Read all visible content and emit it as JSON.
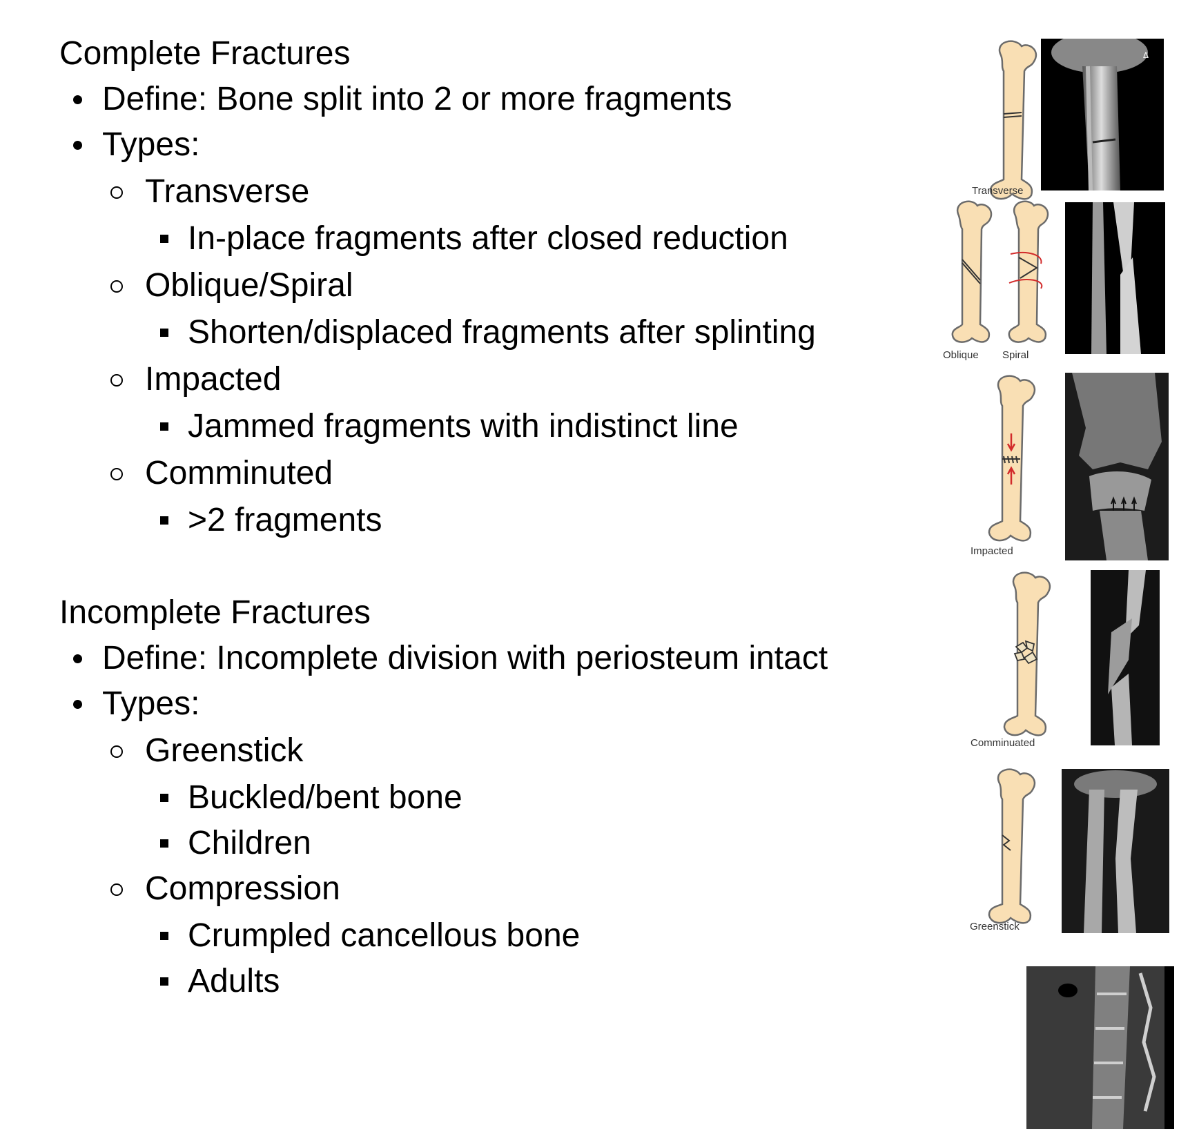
{
  "complete": {
    "heading": "Complete Fractures",
    "define": "Define: Bone split into 2 or more fragments",
    "types_label": "Types:",
    "types": [
      {
        "name": "Transverse",
        "detail": "In-place fragments after closed reduction"
      },
      {
        "name": "Oblique/Spiral",
        "detail": "Shorten/displaced fragments after splinting"
      },
      {
        "name": "Impacted",
        "detail": "Jammed fragments with indistinct line"
      },
      {
        "name": "Comminuted",
        "detail": ">2 fragments"
      }
    ]
  },
  "incomplete": {
    "heading": "Incomplete Fractures",
    "define": "Define: Incomplete division with periosteum intact",
    "types_label": "Types:",
    "types": [
      {
        "name": "Greenstick",
        "details": [
          "Buckled/bent bone",
          "Children"
        ]
      },
      {
        "name": "Compression",
        "details": [
          "Crumpled cancellous bone",
          "Adults"
        ]
      }
    ]
  },
  "figures": {
    "captions": {
      "transverse": "Transverse",
      "oblique": "Oblique",
      "spiral": "Spiral",
      "impacted": "Impacted",
      "comminuated": "Comminuated",
      "greenstick": "Greenstick"
    }
  },
  "colors": {
    "bone_fill": "#f9dfb4",
    "bone_stroke": "#6b6b6b",
    "arrow_red": "#d22b2b"
  }
}
